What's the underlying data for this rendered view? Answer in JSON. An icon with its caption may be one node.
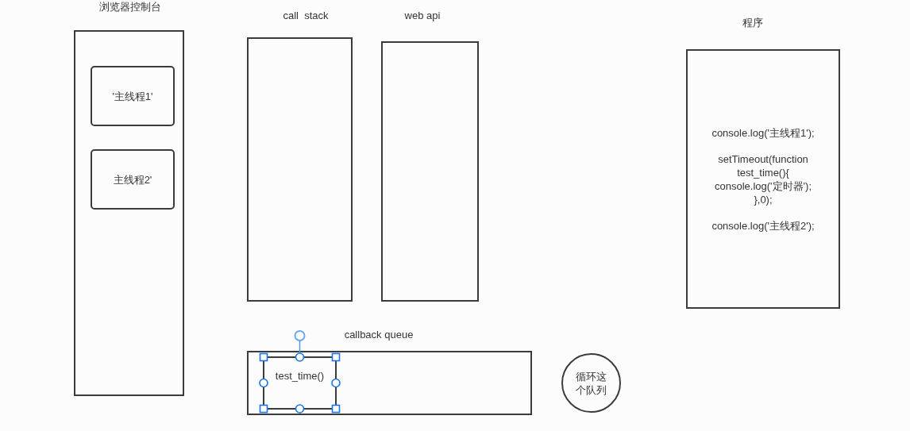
{
  "diagram": {
    "nodes": [
      {
        "text": [
          "浏览器控制台"
        ]
      },
      {
        "text": [
          "'主线程1'"
        ],
        "in": 0
      },
      {
        "text": [
          "主线程2'"
        ],
        "in": 0
      },
      {
        "text": [
          "call  stack"
        ]
      },
      {
        "text": [
          "web api"
        ]
      },
      {
        "text": [
          "程序",
          "console.log('主线程1');",
          "setTimeout(function test_time(){ console.log('定时器'); },0);",
          "console.log('主线程2');"
        ]
      },
      {
        "text": [
          "callback queue"
        ]
      },
      {
        "text": [
          "test_time()"
        ],
        "in": 6
      },
      {
        "text": [
          "循环这个队列"
        ]
      }
    ]
  }
}
